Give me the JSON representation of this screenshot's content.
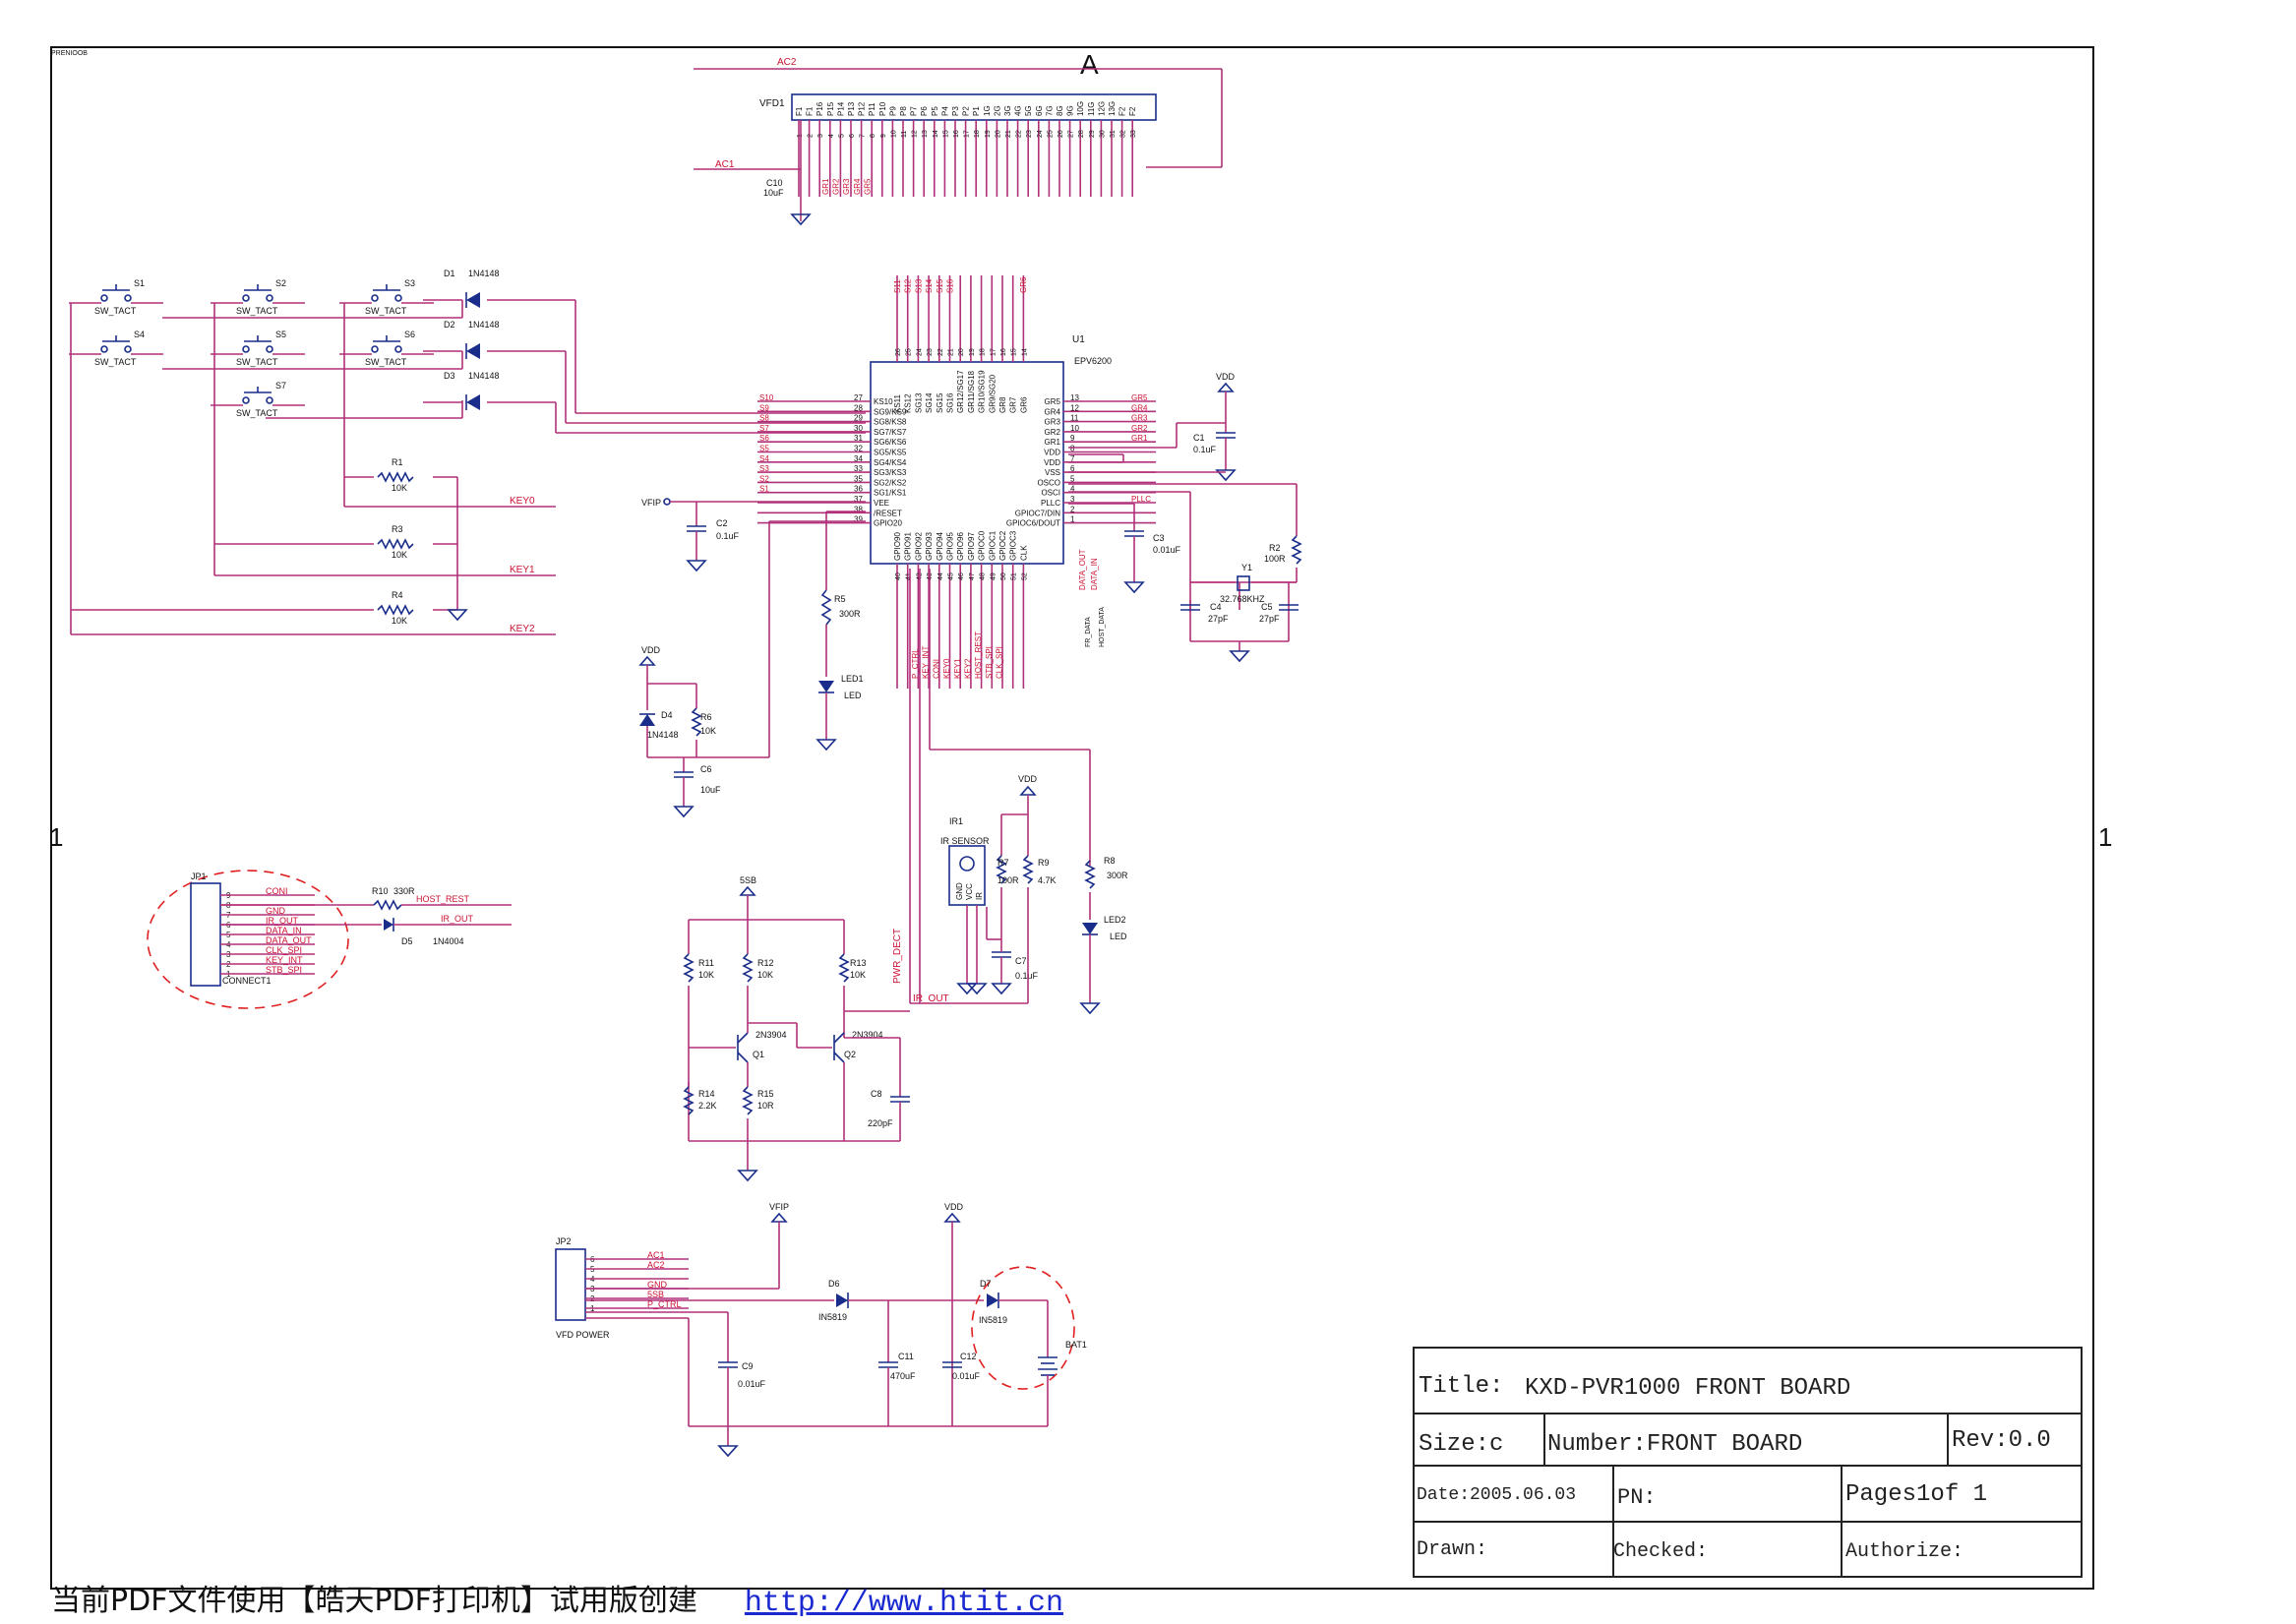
{
  "doc": {
    "sheet_id": "PRENIOOB",
    "zone_top": "A",
    "zone_left": "1",
    "zone_right": "1"
  },
  "title_block": {
    "title_label": "Title:",
    "title_value": "KXD-PVR1000 FRONT BOARD",
    "size": "Size:c",
    "number": "Number:FRONT BOARD",
    "rev": "Rev:0.0",
    "date": "Date:2005.06.03",
    "pn": "PN:",
    "pages": "Pages1of 1",
    "drawn": "Drawn:",
    "checked": "Checked:",
    "authorize": "Authorize:"
  },
  "footer": {
    "watermark": "当前PDF文件使用【皓天PDF打印机】试用版创建",
    "link": "http://www.htit.cn"
  },
  "vfd": {
    "ref": "VFD1",
    "net_ac2": "AC2",
    "net_ac1": "AC1",
    "pins_top": [
      "F1",
      "F1",
      "P16",
      "P15",
      "P14",
      "P13",
      "P12",
      "P11",
      "P10",
      "P9",
      "P8",
      "P7",
      "P6",
      "P5",
      "P4",
      "P3",
      "P2",
      "P1",
      "1G",
      "2G",
      "3G",
      "4G",
      "5G",
      "6G",
      "7G",
      "8G",
      "9G",
      "10G",
      "11G",
      "12G",
      "13G",
      "F2",
      "F2"
    ],
    "cap": {
      "ref": "C10",
      "value": "10uF"
    },
    "grid_nets": [
      "GR1",
      "GR2",
      "GR3",
      "GR4",
      "GR5"
    ]
  },
  "switches": [
    {
      "ref": "S1",
      "type": "SW_TACT"
    },
    {
      "ref": "S2",
      "type": "SW_TACT"
    },
    {
      "ref": "S3",
      "type": "SW_TACT"
    },
    {
      "ref": "S4",
      "type": "SW_TACT"
    },
    {
      "ref": "S5",
      "type": "SW_TACT"
    },
    {
      "ref": "S6",
      "type": "SW_TACT"
    },
    {
      "ref": "S7",
      "type": "SW_TACT"
    }
  ],
  "diodes_keys": [
    {
      "ref": "D1",
      "value": "1N4148"
    },
    {
      "ref": "D2",
      "value": "1N4148"
    },
    {
      "ref": "D3",
      "value": "1N4148"
    }
  ],
  "key_resistors": [
    {
      "ref": "R1",
      "value": "10K"
    },
    {
      "ref": "R3",
      "value": "10K"
    },
    {
      "ref": "R4",
      "value": "10K"
    }
  ],
  "key_nets": [
    "KEY0",
    "KEY1",
    "KEY2"
  ],
  "u1": {
    "ref": "U1",
    "part": "EPV6200",
    "left_pins": [
      {
        "num": "27",
        "name": "KS10",
        "net": "S10"
      },
      {
        "num": "28",
        "name": "SG9/KS9",
        "net": "S9"
      },
      {
        "num": "29",
        "name": "SG8/KS8",
        "net": "S8"
      },
      {
        "num": "30",
        "name": "SG7/KS7",
        "net": "S7"
      },
      {
        "num": "31",
        "name": "SG6/KS6",
        "net": "S6"
      },
      {
        "num": "32",
        "name": "SG5/KS5",
        "net": "S5"
      },
      {
        "num": "34",
        "name": "SG4/KS4",
        "net": "S4"
      },
      {
        "num": "33",
        "name": "SG3/KS3",
        "net": "S3"
      },
      {
        "num": "35",
        "name": "SG2/KS2",
        "net": "S2"
      },
      {
        "num": "36",
        "name": "SG1/KS1",
        "net": "S1"
      },
      {
        "num": "37",
        "name": "VEE",
        "net": ""
      },
      {
        "num": "38",
        "name": "/RESET",
        "net": ""
      },
      {
        "num": "39",
        "name": "GPIO20",
        "net": ""
      }
    ],
    "right_pins": [
      {
        "num": "13",
        "name": "GR5",
        "net": "GR5"
      },
      {
        "num": "12",
        "name": "GR4",
        "net": "GR4"
      },
      {
        "num": "11",
        "name": "GR3",
        "net": "GR3"
      },
      {
        "num": "10",
        "name": "GR2",
        "net": "GR2"
      },
      {
        "num": "9",
        "name": "GR1",
        "net": "GR1"
      },
      {
        "num": "8",
        "name": "VDD",
        "net": ""
      },
      {
        "num": "7",
        "name": "VDD",
        "net": ""
      },
      {
        "num": "6",
        "name": "VSS",
        "net": ""
      },
      {
        "num": "5",
        "name": "OSCO",
        "net": ""
      },
      {
        "num": "4",
        "name": "OSCI",
        "net": ""
      },
      {
        "num": "3",
        "name": "PLLC",
        "net": "PLLC"
      },
      {
        "num": "2",
        "name": "GPIOC7/DIN",
        "net": ""
      },
      {
        "num": "1",
        "name": "GPIOC6/DOUT",
        "net": ""
      }
    ],
    "top_pins": [
      "KS11",
      "KS12",
      "SG13",
      "SG14",
      "SG15",
      "SG16",
      "GR12/SG17",
      "GR11/SG18",
      "GR10/SG19",
      "GR9/SG20",
      "GR8",
      "GR7",
      "GR6"
    ],
    "top_nums": [
      "26",
      "25",
      "24",
      "23",
      "22",
      "21",
      "20",
      "19",
      "18",
      "17",
      "16",
      "15",
      "14"
    ],
    "top_nets": [
      "S11",
      "S12",
      "S13",
      "S14",
      "S15",
      "S16",
      "GR6"
    ],
    "bottom_pins": [
      "GPIO90",
      "GPIO91",
      "GPIO92",
      "GPIO93",
      "GPIO94",
      "GPIO95",
      "GPIO96",
      "GPIO97",
      "GPIOC0",
      "GPIOC1",
      "GPIOC2",
      "GPIOC3",
      "CLK"
    ],
    "bottom_nums": [
      "40",
      "41",
      "42",
      "43",
      "44",
      "45",
      "46",
      "47",
      "48",
      "49",
      "50",
      "51",
      "52"
    ],
    "bottom_nets": [
      "P_CTRL",
      "KEY_INT",
      "CONI",
      "KEY0",
      "KEY1",
      "KEY2",
      "HOST_REST",
      "STB_SPI",
      "CLK_SPI",
      "DATA_OUT",
      "DATA_IN"
    ],
    "side_nets": [
      "FR_DATA",
      "HOST_DATA"
    ]
  },
  "support": {
    "vfip": "VFIP",
    "c2": {
      "ref": "C2",
      "value": "0.1uF"
    },
    "r5": {
      "ref": "R5",
      "value": "300R"
    },
    "led1": {
      "ref": "LED1",
      "value": "LED"
    },
    "vdd": "VDD",
    "d4": {
      "ref": "D4",
      "value": "1N4148"
    },
    "r6": {
      "ref": "R6",
      "value": "10K"
    },
    "c6": {
      "ref": "C6",
      "value": "10uF"
    },
    "c1": {
      "ref": "C1",
      "value": "0.1uF"
    },
    "c3": {
      "ref": "C3",
      "value": "0.01uF"
    },
    "r2": {
      "ref": "R2",
      "value": "100R"
    },
    "y1": {
      "ref": "Y1",
      "value": "32.768KHZ"
    },
    "c4": {
      "ref": "C4",
      "value": "27pF"
    },
    "c5": {
      "ref": "C5",
      "value": "27pF"
    }
  },
  "ir": {
    "ref": "IR1",
    "name": "IR SENSOR",
    "pins": [
      "GND",
      "VCC",
      "IR"
    ],
    "r7": {
      "ref": "R7",
      "value": "100R"
    },
    "r9": {
      "ref": "R9",
      "value": "4.7K"
    },
    "c7": {
      "ref": "C7",
      "value": "0.1uF"
    },
    "r8": {
      "ref": "R8",
      "value": "300R"
    },
    "led2": {
      "ref": "LED2",
      "value": "LED"
    },
    "net_ir_out": "IR_OUT",
    "net_pwr": "PWR_DECT"
  },
  "jp1": {
    "ref": "JP1",
    "name": "CONNECT1",
    "pins": [
      {
        "num": "9",
        "net": "CONI"
      },
      {
        "num": "8",
        "net": ""
      },
      {
        "num": "7",
        "net": "GND"
      },
      {
        "num": "6",
        "net": "IR_OUT"
      },
      {
        "num": "5",
        "net": "DATA_IN"
      },
      {
        "num": "4",
        "net": "DATA_OUT"
      },
      {
        "num": "3",
        "net": "CLK_SPI"
      },
      {
        "num": "2",
        "net": "KEY_INT"
      },
      {
        "num": "1",
        "net": "STB_SPI"
      }
    ],
    "r10": {
      "ref": "R10",
      "value": "330R"
    },
    "net_host": "HOST_REST",
    "d5": {
      "ref": "D5",
      "value": "1N4004"
    },
    "net_irout": "IR_OUT"
  },
  "transistors": {
    "rail": "5SB",
    "r11": {
      "ref": "R11",
      "value": "10K"
    },
    "r12": {
      "ref": "R12",
      "value": "10K"
    },
    "r13": {
      "ref": "R13",
      "value": "10K"
    },
    "q1": {
      "ref": "Q1",
      "value": "2N3904"
    },
    "q2": {
      "ref": "Q2",
      "value": "2N3904"
    },
    "r14": {
      "ref": "R14",
      "value": "2.2K"
    },
    "r15": {
      "ref": "R15",
      "value": "10R"
    },
    "c8": {
      "ref": "C8",
      "value": "220pF"
    }
  },
  "power": {
    "jp2": "JP2",
    "jp2_name": "VFD POWER",
    "pins": [
      {
        "num": "6",
        "net": "AC1"
      },
      {
        "num": "5",
        "net": "AC2"
      },
      {
        "num": "4",
        "net": ""
      },
      {
        "num": "3",
        "net": "GND"
      },
      {
        "num": "2",
        "net": "5SB"
      },
      {
        "num": "1",
        "net": "P_CTRL"
      }
    ],
    "vfip": "VFIP",
    "vdd": "VDD",
    "d6": {
      "ref": "D6",
      "value": "IN5819"
    },
    "d7": {
      "ref": "D7",
      "value": "IN5819"
    },
    "c9": {
      "ref": "C9",
      "value": "0.01uF"
    },
    "c11": {
      "ref": "C11",
      "value": "470uF"
    },
    "c12": {
      "ref": "C12",
      "value": "0.01uF"
    },
    "bat": "BAT1"
  }
}
